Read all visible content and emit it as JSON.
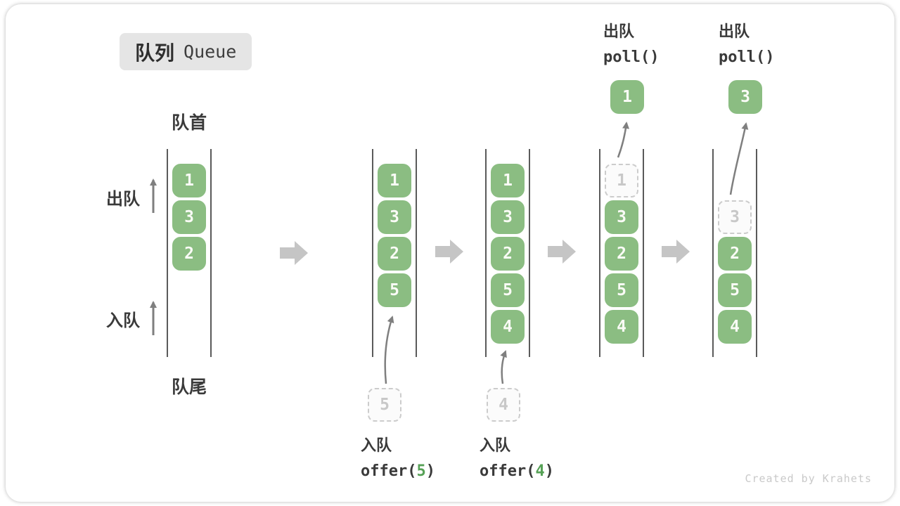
{
  "colors": {
    "green": "#8BBD82",
    "cell_text": "#FAFBF6",
    "code_green": "#56A156",
    "dark_text": "#3A3A3A",
    "wall": "#5A5A5A",
    "block_arrow": "#C5C5C5",
    "thin_arrow": "#7F7F7F",
    "dashed_border": "#CCCCCC",
    "dashed_text": "#C8C8C8",
    "title_bg": "#E5E5E5",
    "footer": "#C9C9C9"
  },
  "title": {
    "zh": "队列",
    "en": "Queue"
  },
  "labels": {
    "front": "队首",
    "rear": "队尾",
    "dequeue_side": "出队",
    "enqueue_side": "入队"
  },
  "poll_ops": [
    {
      "label": "出队",
      "code": "poll()",
      "result": "1"
    },
    {
      "label": "出队",
      "code": "poll()",
      "result": "3"
    }
  ],
  "offer_ops": [
    {
      "label": "入队",
      "code_pre": "offer(",
      "arg": "5",
      "code_post": ")",
      "staged": "5"
    },
    {
      "label": "入队",
      "code_pre": "offer(",
      "arg": "4",
      "code_post": ")",
      "staged": "4"
    }
  ],
  "states": [
    {
      "cells": [
        {
          "t": "green",
          "v": "1"
        },
        {
          "t": "green",
          "v": "3"
        },
        {
          "t": "green",
          "v": "2"
        }
      ]
    },
    {
      "cells": [
        {
          "t": "green",
          "v": "1"
        },
        {
          "t": "green",
          "v": "3"
        },
        {
          "t": "green",
          "v": "2"
        },
        {
          "t": "green",
          "v": "5"
        }
      ]
    },
    {
      "cells": [
        {
          "t": "green",
          "v": "1"
        },
        {
          "t": "green",
          "v": "3"
        },
        {
          "t": "green",
          "v": "2"
        },
        {
          "t": "green",
          "v": "5"
        },
        {
          "t": "green",
          "v": "4"
        }
      ]
    },
    {
      "cells": [
        {
          "t": "dashed",
          "v": "1"
        },
        {
          "t": "green",
          "v": "3"
        },
        {
          "t": "green",
          "v": "2"
        },
        {
          "t": "green",
          "v": "5"
        },
        {
          "t": "green",
          "v": "4"
        }
      ]
    },
    {
      "cells": [
        {
          "t": "empty",
          "v": ""
        },
        {
          "t": "dashed",
          "v": "3"
        },
        {
          "t": "green",
          "v": "2"
        },
        {
          "t": "green",
          "v": "5"
        },
        {
          "t": "green",
          "v": "4"
        }
      ]
    }
  ],
  "footer": "Created by Krahets"
}
